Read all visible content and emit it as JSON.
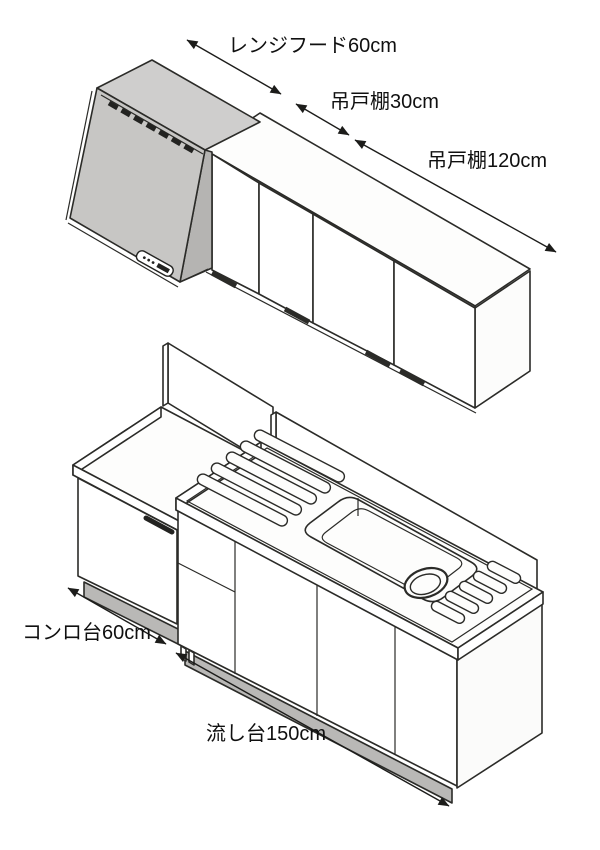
{
  "diagram": {
    "type": "kitchen-unit-dimension-diagram",
    "labels": {
      "range_hood": "レンジフード60cm",
      "wall_cabinet_30": "吊戸棚30cm",
      "wall_cabinet_120": "吊戸棚120cm",
      "stove_stand": "コンロ台60cm",
      "sink_unit": "流し台150cm"
    },
    "components": [
      {
        "name": "range-hood",
        "label": "レンジフード60cm",
        "width_cm": 60
      },
      {
        "name": "wall-cabinet-30",
        "label": "吊戸棚30cm",
        "width_cm": 30
      },
      {
        "name": "wall-cabinet-120",
        "label": "吊戸棚120cm",
        "width_cm": 120
      },
      {
        "name": "stove-stand",
        "label": "コンロ台60cm",
        "width_cm": 60
      },
      {
        "name": "sink-unit",
        "label": "流し台150cm",
        "width_cm": 150
      }
    ],
    "colors": {
      "line": "#2b2b28",
      "hood_top": "#cfcecd",
      "hood_front": "#c7c6c4",
      "hood_side": "#b5b4b2",
      "toe_kick": "#b9b8b6",
      "panel_white": "#ffffff",
      "background": "#ffffff"
    }
  }
}
